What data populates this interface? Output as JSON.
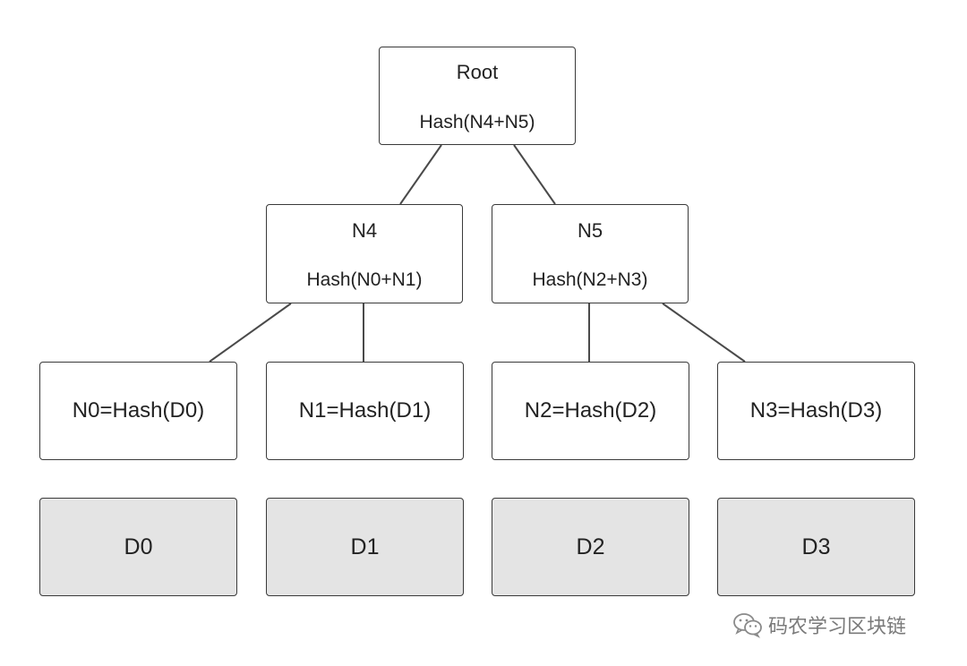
{
  "diagram": {
    "root": {
      "title": "Root",
      "hash": "Hash(N4+N5)"
    },
    "n4": {
      "title": "N4",
      "hash": "Hash(N0+N1)"
    },
    "n5": {
      "title": "N5",
      "hash": "Hash(N2+N3)"
    },
    "leaves": [
      "N0=Hash(D0)",
      "N1=Hash(D1)",
      "N2=Hash(D2)",
      "N3=Hash(D3)"
    ],
    "data_blocks": [
      "D0",
      "D1",
      "D2",
      "D3"
    ]
  },
  "watermark": {
    "icon": "wechat-icon",
    "text": "码农学习区块链"
  },
  "colors": {
    "border": "#3a3a3a",
    "data_fill": "#e4e4e4",
    "edge": "#4a4a4a"
  }
}
